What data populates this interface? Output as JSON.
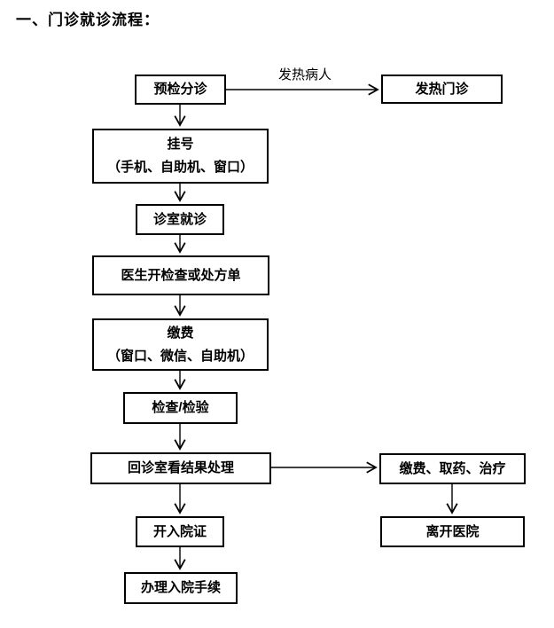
{
  "page": {
    "title": "一、门诊就诊流程："
  },
  "flowchart": {
    "nodes": {
      "triage": {
        "label": "预检分诊"
      },
      "fever_clinic": {
        "label": "发热门诊"
      },
      "register": {
        "line1": "挂号",
        "line2": "（手机、自助机、窗口）"
      },
      "clinic_visit": {
        "label": "诊室就诊"
      },
      "doctor_order": {
        "label": "医生开检查或处方单"
      },
      "payment": {
        "line1": "缴费",
        "line2": "（窗口、微信、自助机）"
      },
      "exam": {
        "label": "检查/检验"
      },
      "review": {
        "label": "回诊室看结果处理"
      },
      "pay_medicine": {
        "label": "缴费、取药、治疗"
      },
      "leave_hospital": {
        "label": "离开医院"
      },
      "admission_cert": {
        "label": "开入院证"
      },
      "admission_proc": {
        "label": "办理入院手续"
      }
    },
    "edge_labels": {
      "fever_patient": "发热病人"
    },
    "colors": {
      "line": "#000000",
      "box_border": "#000000",
      "background": "#ffffff",
      "text": "#000000"
    }
  }
}
